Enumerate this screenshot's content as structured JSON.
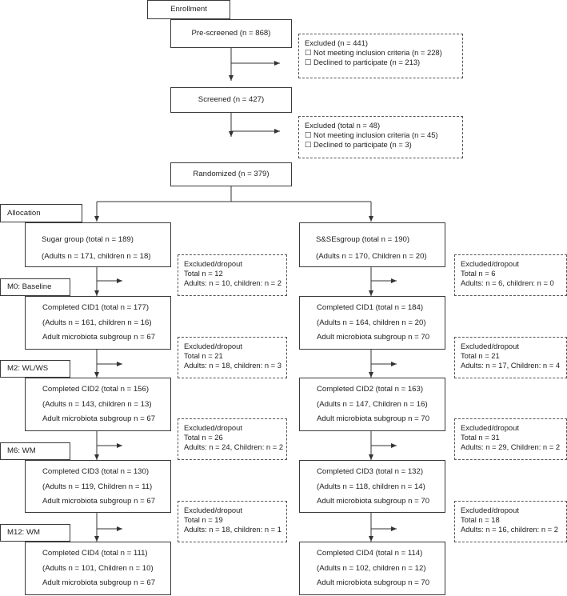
{
  "enrollment": "Enrollment",
  "prescreened": "Pre-screened (n = 868)",
  "excluded1": {
    "title": "Excluded (n = 441)",
    "items": [
      "☐ Not meeting inclusion criteria (n = 228)",
      "☐ Declined to participate (n = 213)"
    ]
  },
  "screened": "Screened (n = 427)",
  "excluded2": {
    "title": "Excluded (total n = 48)",
    "items": [
      "☐ Not meeting inclusion criteria (n = 45)",
      "☐ Declined to participate (n = 3)"
    ]
  },
  "randomized": "Randomized (n = 379)",
  "allocation": "Allocation",
  "stages": [
    "M0: Baseline",
    "M2: WL/WS",
    "M6: WM",
    "M12: WM"
  ],
  "left": {
    "group": [
      "Sugar group (total n = 189)",
      "(Adults n = 171, children n = 18)"
    ],
    "dropouts": [
      [
        "Excluded/dropout",
        "Total n = 12",
        "Adults: n = 10, children: n = 2"
      ],
      [
        "Excluded/dropout",
        "Total n = 21",
        "Adults: n = 18, children: n = 3"
      ],
      [
        "Excluded/dropout",
        "Total n = 26",
        "Adults: n = 24, Children: n = 2"
      ],
      [
        "Excluded/dropout",
        "Total n = 19",
        "Adults: n = 18, children: n = 1"
      ]
    ],
    "cids": [
      [
        "Completed CID1 (total n = 177)",
        "(Adults n = 161, children n = 16)",
        "Adult microbiota subgroup n = 67"
      ],
      [
        "Completed CID2 (total n = 156)",
        "(Adults n = 143, children n = 13)",
        "Adult microbiota subgroup n = 67"
      ],
      [
        "Completed CID3 (total n = 130)",
        "(Adults n = 119, Children n = 11)",
        "Adult microbiota subgroup n = 67"
      ],
      [
        "Completed CID4 (total n = 111)",
        "(Adults n = 101, Children n = 10)",
        "Adult microbiota subgroup n = 67"
      ]
    ]
  },
  "right": {
    "group": [
      "S&SEsgroup (total n = 190)",
      "(Adults n = 170, Children n = 20)"
    ],
    "dropouts": [
      [
        "Excluded/dropout",
        "Total n = 6",
        "Adults: n = 6, children: n = 0"
      ],
      [
        "Excluded/dropout",
        "Total n = 21",
        "Adults: n = 17, Children: n = 4"
      ],
      [
        "Excluded/dropout",
        "Total n = 31",
        "Adults: n = 29, Children: n = 2"
      ],
      [
        "Excluded/dropout",
        "Total n = 18",
        "Adults: n = 16, children: n = 2"
      ]
    ],
    "cids": [
      [
        "Completed CID1 (total n = 184)",
        "(Adults n = 164, children n = 20)",
        "Adult microbiota subgroup n = 70"
      ],
      [
        "Completed CID2 (total n = 163)",
        "(Adults n = 147, Children n = 16)",
        "Adult microbiota subgroup n = 70"
      ],
      [
        "Completed CID3 (total n = 132)",
        "(Adults n = 118, children n = 14)",
        "Adult microbiota subgroup n = 70"
      ],
      [
        "Completed CID4 (total n = 114)",
        "(Adults n = 102, children n = 12)",
        "Adult microbiota subgroup n = 70"
      ]
    ]
  }
}
